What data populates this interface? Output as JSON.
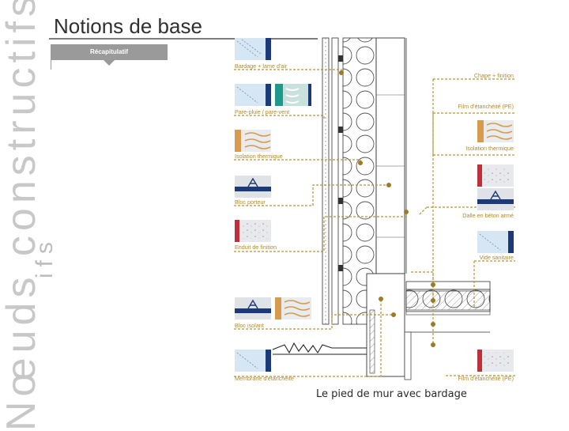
{
  "side_title": "Nœuds constructifs",
  "side_title_line1": "Nœuds constructifs",
  "side_title_line2": "ifs",
  "page_title": "Notions de base",
  "tab_label": "Récapitulatif",
  "caption": "Le pied de mur avec bardage",
  "left_labels": [
    "Bardage + lame d'air",
    "Pare-pluie / pare-vent",
    "Isolation thermique",
    "Bloc porteur",
    "Enduit de finition",
    "Bloc isolant",
    "Membrane d'étanchéité"
  ],
  "right_labels": [
    "Chape + finition",
    "Film d'étanchéité (PE)",
    "Isolation thermique",
    "Dalle en béton armé",
    "Vide sanitaire",
    "Film d'étanchéité (PE)"
  ],
  "colors": {
    "leader": "#b79433",
    "dot": "#9c7b25",
    "blue": "#1d3a78",
    "orange": "#d89a4d",
    "red": "#c0303a",
    "grey": "#cfd3d8"
  }
}
